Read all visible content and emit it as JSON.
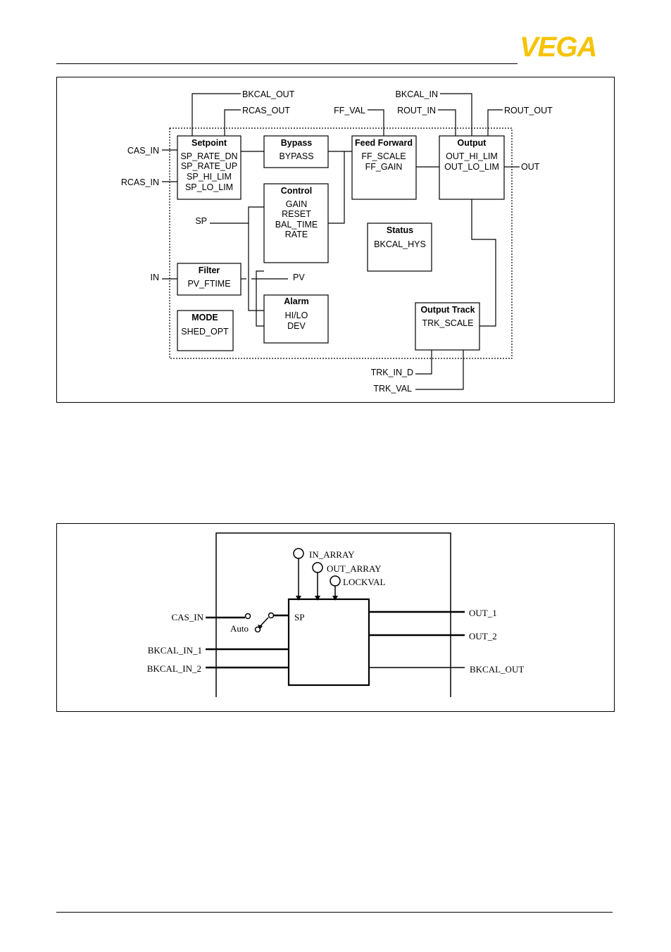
{
  "header": {
    "logo_text": "VEGA",
    "brand_color": "#F6C300"
  },
  "diagram1": {
    "blocks": {
      "setpoint": {
        "title": "Setpoint",
        "lines": [
          "SP_RATE_DN",
          "SP_RATE_UP",
          "SP_HI_LIM",
          "SP_LO_LIM"
        ]
      },
      "bypass": {
        "title": "Bypass",
        "lines": [
          "BYPASS"
        ]
      },
      "feedforward": {
        "title": "Feed Forward",
        "lines": [
          "FF_SCALE",
          "FF_GAIN"
        ]
      },
      "output": {
        "title": "Output",
        "lines": [
          "OUT_HI_LIM",
          "OUT_LO_LIM"
        ]
      },
      "control": {
        "title": "Control",
        "lines": [
          "GAIN",
          "RESET",
          "BAL_TIME",
          "RATE"
        ]
      },
      "status": {
        "title": "Status",
        "lines": [
          "BKCAL_HYS"
        ]
      },
      "filter": {
        "title": "Filter",
        "lines": [
          "PV_FTIME"
        ]
      },
      "alarm": {
        "title": "Alarm",
        "lines": [
          "HI/LO",
          "DEV"
        ]
      },
      "mode": {
        "title": "MODE",
        "lines": [
          "SHED_OPT"
        ]
      },
      "outtrack": {
        "title": "Output Track",
        "lines": [
          "TRK_SCALE"
        ]
      }
    },
    "signals": {
      "bkcal_out": "BKCAL_OUT",
      "rcas_out": "RCAS_OUT",
      "ff_val": "FF_VAL",
      "bkcal_in": "BKCAL_IN",
      "rout_in": "ROUT_IN",
      "rout_out": "ROUT_OUT",
      "cas_in": "CAS_IN",
      "rcas_in": "RCAS_IN",
      "out": "OUT",
      "sp": "SP",
      "in": "IN",
      "pv": "PV",
      "trk_in_d": "TRK_IN_D",
      "trk_val": "TRK_VAL"
    }
  },
  "diagram2": {
    "in_array": "IN_ARRAY",
    "out_array": "OUT_ARRAY",
    "lockval": "LOCKVAL",
    "cas_in": "CAS_IN",
    "auto": "Auto",
    "sp": "SP",
    "bkcal_in_1": "BKCAL_IN_1",
    "bkcal_in_2": "BKCAL_IN_2",
    "out_1": "OUT_1",
    "out_2": "OUT_2",
    "bkcal_out": "BKCAL_OUT"
  }
}
